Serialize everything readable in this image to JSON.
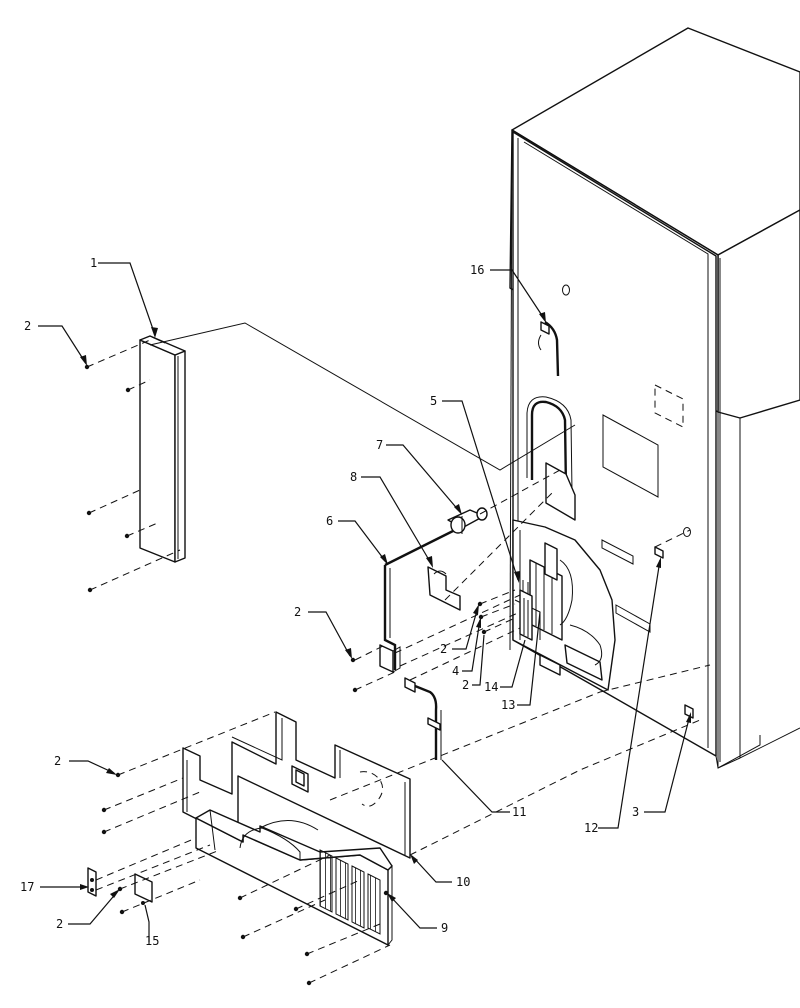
{
  "callouts": [
    {
      "id": "c1",
      "label": "1"
    },
    {
      "id": "c2a",
      "label": "2"
    },
    {
      "id": "c16",
      "label": "16"
    },
    {
      "id": "c5",
      "label": "5"
    },
    {
      "id": "c7",
      "label": "7"
    },
    {
      "id": "c8",
      "label": "8"
    },
    {
      "id": "c6",
      "label": "6"
    },
    {
      "id": "c2b",
      "label": "2"
    },
    {
      "id": "c2c",
      "label": "2"
    },
    {
      "id": "c4",
      "label": "4"
    },
    {
      "id": "c2d",
      "label": "2"
    },
    {
      "id": "c14",
      "label": "14"
    },
    {
      "id": "c13",
      "label": "13"
    },
    {
      "id": "c2e",
      "label": "2"
    },
    {
      "id": "c12",
      "label": "12"
    },
    {
      "id": "c3",
      "label": "3"
    },
    {
      "id": "c11",
      "label": "11"
    },
    {
      "id": "c10",
      "label": "10"
    },
    {
      "id": "c17",
      "label": "17"
    },
    {
      "id": "c2f",
      "label": "2"
    },
    {
      "id": "c9",
      "label": "9"
    },
    {
      "id": "c15",
      "label": "15"
    }
  ]
}
